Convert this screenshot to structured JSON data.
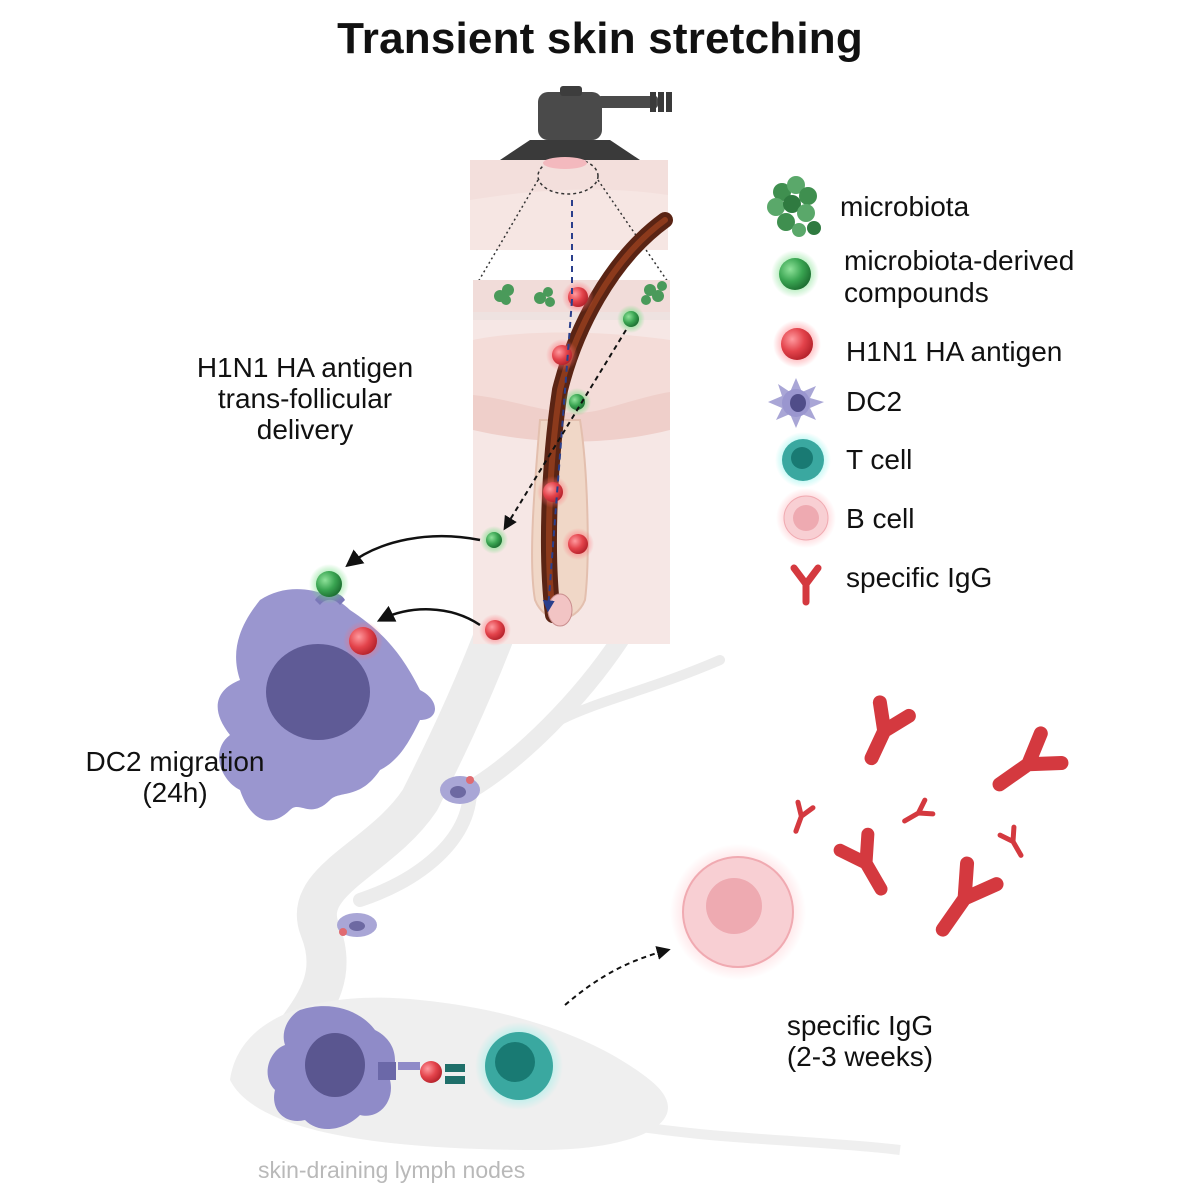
{
  "title": "Transient skin stretching",
  "labels": {
    "delivery_line1": "H1N1 HA antigen",
    "delivery_line2": "trans-follicular",
    "delivery_line3": "delivery",
    "dc2_migration_line1": "DC2 migration",
    "dc2_migration_line2": "(24h)",
    "igg_line1": "specific IgG",
    "igg_line2": "(2-3 weeks)",
    "lymph_nodes": "skin-draining lymph nodes"
  },
  "legend": [
    {
      "label": "microbiota",
      "icon": "microbiota-cluster-icon",
      "color": "#3f8f4f"
    },
    {
      "label_line1": "microbiota-derived",
      "label_line2": "compounds",
      "icon": "green-sphere-icon",
      "color": "#2f9a45"
    },
    {
      "label": "H1N1 HA antigen",
      "icon": "red-sphere-icon",
      "color": "#e0444c"
    },
    {
      "label": "DC2",
      "icon": "dendritic-cell-icon",
      "color": "#8a86c4"
    },
    {
      "label": "T cell",
      "icon": "t-cell-icon",
      "color": "#1f8a86"
    },
    {
      "label": "B cell",
      "icon": "b-cell-icon",
      "color": "#f2b9bf"
    },
    {
      "label": "specific IgG",
      "icon": "antibody-icon",
      "color": "#d03b43"
    }
  ]
}
